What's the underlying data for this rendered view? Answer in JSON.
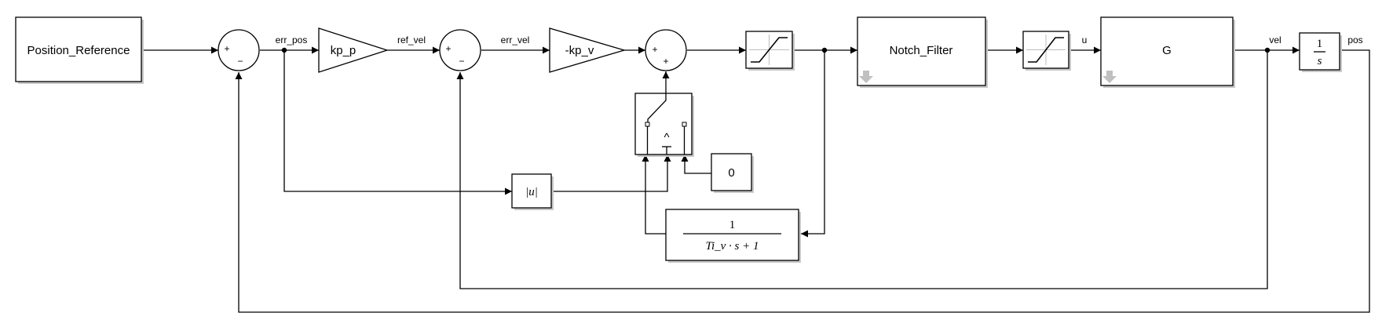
{
  "blocks": {
    "position_reference": "Position_Reference",
    "kp_p": "kp_p",
    "kp_v": "-kp_v",
    "notch_filter": "Notch_Filter",
    "plant": "G",
    "integrator_num": "1",
    "integrator_den": "s",
    "abs": "|u|",
    "constant": "0",
    "tf_num": "1",
    "tf_den": "Ti_v · s + 1",
    "switch_criterion": "^"
  },
  "signals": {
    "err_pos": "err_pos",
    "ref_vel": "ref_vel",
    "err_vel": "err_vel",
    "u": "u",
    "vel": "vel",
    "pos": "pos"
  },
  "signs": {
    "plus": "+",
    "minus": "−"
  },
  "colors": {
    "line": "#000000",
    "block_fill": "#ffffff",
    "shadow": "#c8c8c8",
    "scope_arrow": "#c0c0c0"
  },
  "icons": [
    "saturation-icon",
    "library-link-arrow-icon",
    "arrowhead-icon"
  ]
}
